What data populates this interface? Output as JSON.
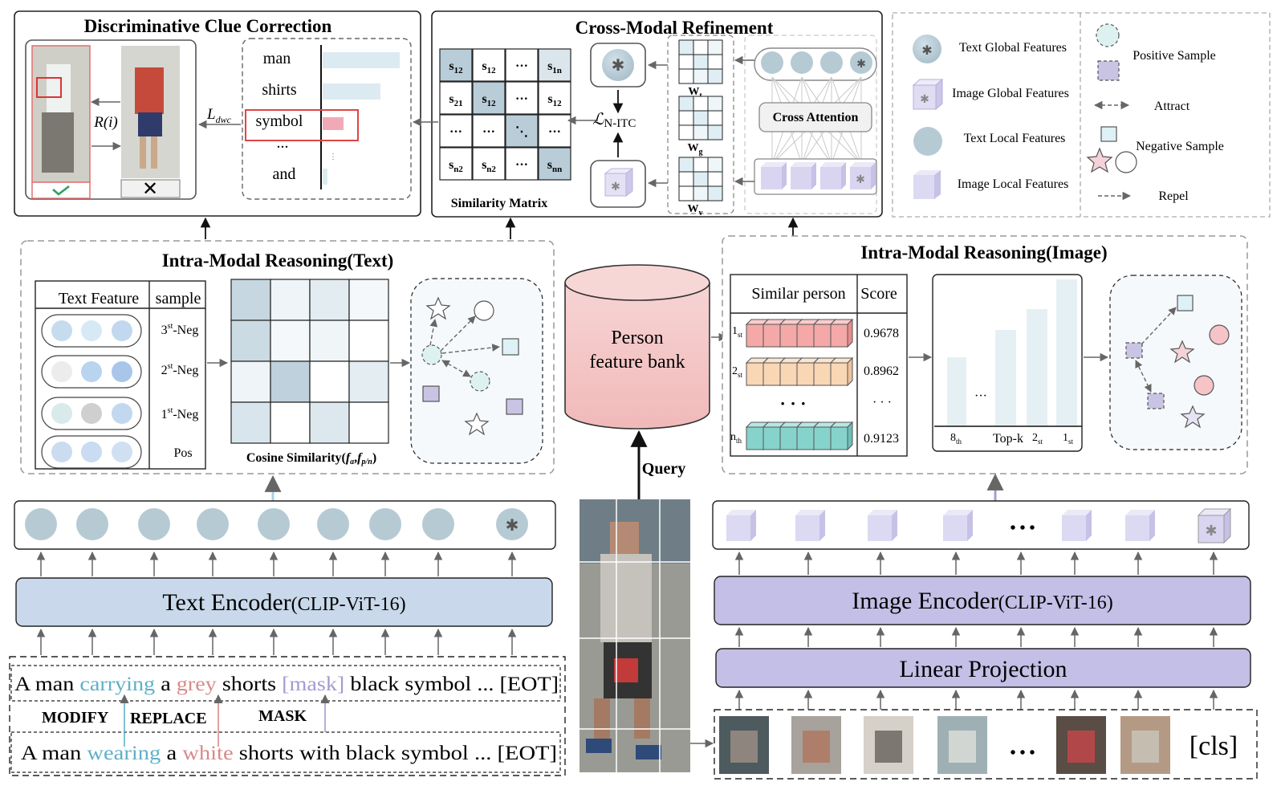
{
  "dwc": {
    "title": "Discriminative Clue Correction",
    "ri": "R(i)",
    "loss": "L",
    "loss_sub": "dwc",
    "words": [
      "man",
      "shirts",
      "symbol",
      "...",
      "and"
    ]
  },
  "cmr": {
    "title": "Cross-Modal Refinement",
    "matrix_caption": "Similarity Matrix",
    "cells": [
      [
        "s12",
        "s12",
        "···",
        "s1n"
      ],
      [
        "s21",
        "s12",
        "···",
        "s12"
      ],
      [
        "···",
        "···",
        "⋱",
        "···"
      ],
      [
        "sn2",
        "sn2",
        "···",
        "snn"
      ]
    ],
    "loss": "ℒ",
    "loss_sub": "N-ITC",
    "w_labels": [
      "Wt",
      "Wg",
      "Wv"
    ],
    "cross_attention": "Cross Attention"
  },
  "legend": {
    "text_global": "Text Global Features",
    "image_global": "Image Global Features",
    "text_local": "Text Local Features",
    "image_local": "Image Local Features",
    "positive": "Positive Sample",
    "attract": "Attract",
    "negative": "Negative Sample",
    "repel": "Repel"
  },
  "imr_text": {
    "title": "Intra-Modal Reasoning(Text)",
    "col_feature": "Text Feature",
    "col_sample": "sample",
    "rows": [
      "3st-Neg",
      "2st-Neg",
      "1st-Neg",
      "Pos"
    ],
    "cos_caption": "Cosine Similarity(fa,fp/n)"
  },
  "bank": {
    "line1": "Person",
    "line2": "feature bank",
    "query": "Query"
  },
  "imr_image": {
    "title": "Intra-Modal Reasoning(Image)",
    "col_person": "Similar person",
    "col_score": "Score",
    "rows": [
      {
        "rank": "1st",
        "score": "0.9678"
      },
      {
        "rank": "2st",
        "score": "0.8962"
      },
      {
        "rank": "nth",
        "score": "0.9123"
      }
    ],
    "ellipsis": "· · ·",
    "bar_labels": [
      "8th",
      "Top-k",
      "2st",
      "1st"
    ],
    "bar_ellipsis": "···"
  },
  "encoders": {
    "text_main": "Text Encoder",
    "text_sub": "(CLIP-ViT-16)",
    "image_main": "Image Encoder",
    "image_sub": "(CLIP-ViT-16)",
    "linear": "Linear Projection",
    "cls": "[cls]",
    "ellipsis": "• • •"
  },
  "sentences": {
    "mod": [
      "A man ",
      "carrying",
      " a ",
      "grey",
      " shorts ",
      "[mask]",
      " black symbol ... [EOT]"
    ],
    "orig": [
      "A man ",
      "wearing",
      " a ",
      "white",
      " shorts with  black symbol ... [EOT]"
    ],
    "ops": [
      "MODIFY",
      "REPLACE",
      "MASK"
    ]
  },
  "colors": {
    "text_feature": "#bccfd9",
    "image_feature": "#d6d3ef",
    "text_encoder": "#c9d8ea",
    "image_encoder": "#c3bfe6",
    "bank": "#f6c9c9",
    "blue_word": "#5fb0c8",
    "red_word": "#d88a8a",
    "mask_word": "#a59ad0"
  }
}
